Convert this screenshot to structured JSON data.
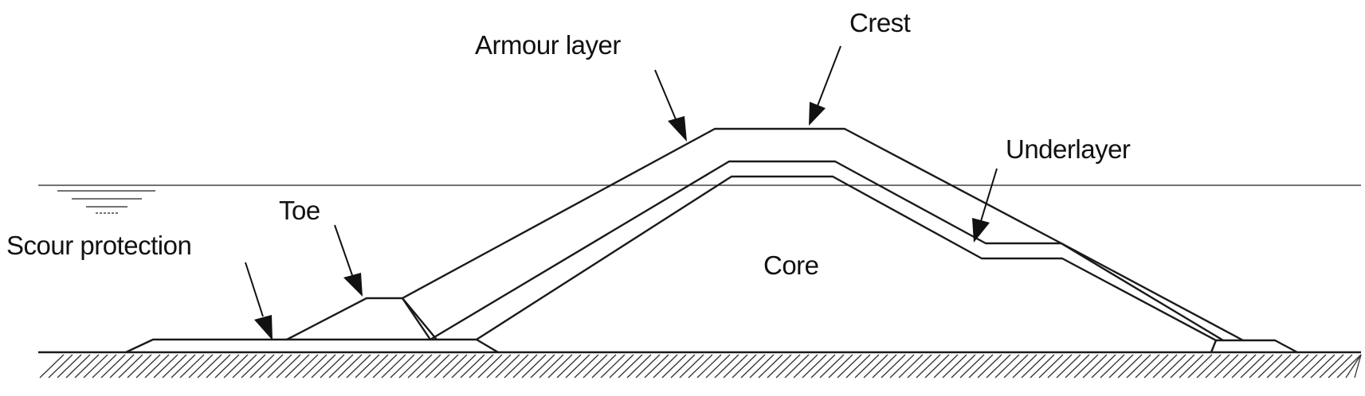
{
  "labels": {
    "crest": "Crest",
    "armour_layer": "Armour layer",
    "underlayer": "Underlayer",
    "toe": "Toe",
    "scour_protection": "Scour protection",
    "core": "Core"
  }
}
